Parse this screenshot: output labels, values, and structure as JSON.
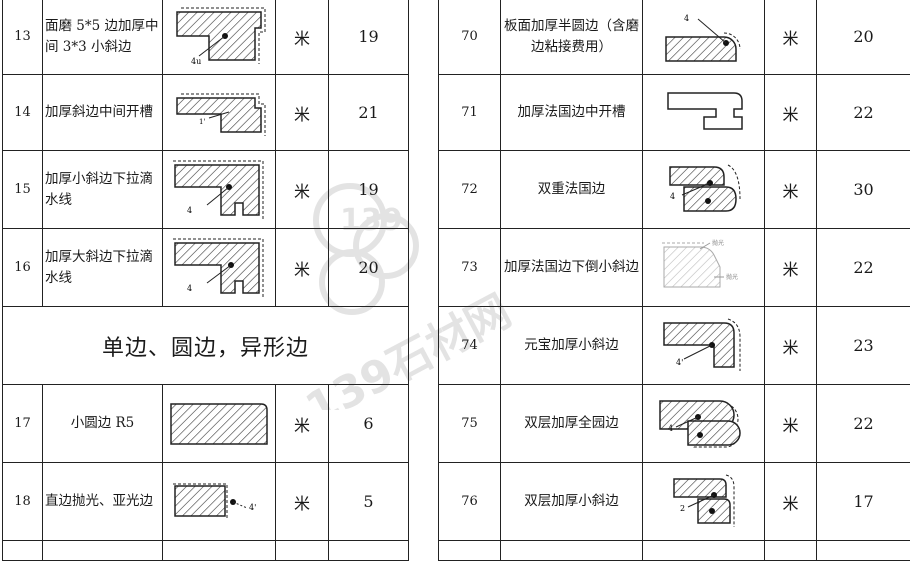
{
  "section_header": "单边、圆边，异形边",
  "left_rows": [
    {
      "no": "13",
      "name": "面磨 5*5 边加厚中间 3*3 小斜边",
      "unit": "米",
      "price": "19",
      "profile": "thick-center-groove"
    },
    {
      "no": "14",
      "name": "加厚斜边中间开槽",
      "unit": "米",
      "price": "21",
      "profile": "thin-slot"
    },
    {
      "no": "15",
      "name": "加厚小斜边下拉滴水线",
      "unit": "米",
      "price": "19",
      "profile": "drip-line"
    },
    {
      "no": "16",
      "name": "加厚大斜边下拉滴水线",
      "unit": "米",
      "price": "20",
      "profile": "drip-line-large"
    },
    {
      "no": "17",
      "name": "小圆边 R5",
      "unit": "米",
      "price": "6",
      "profile": "small-round"
    },
    {
      "no": "18",
      "name": "直边抛光、亚光边",
      "unit": "米",
      "price": "5",
      "profile": "straight-polish"
    }
  ],
  "right_rows": [
    {
      "no": "70",
      "name": "板面加厚半圆边（含磨边粘接费用）",
      "unit": "米",
      "price": "20",
      "profile": "half-round-top"
    },
    {
      "no": "71",
      "name": "加厚法国边中开槽",
      "unit": "米",
      "price": "22",
      "profile": "french-groove"
    },
    {
      "no": "72",
      "name": "双重法国边",
      "unit": "米",
      "price": "30",
      "profile": "double-french"
    },
    {
      "no": "73",
      "name": "加厚法国边下倒小斜边",
      "unit": "米",
      "price": "22",
      "profile": "french-chamfer"
    },
    {
      "no": "74",
      "name": "元宝加厚小斜边",
      "unit": "米",
      "price": "23",
      "profile": "yuanbao"
    },
    {
      "no": "75",
      "name": "双层加厚全园边",
      "unit": "米",
      "price": "22",
      "profile": "double-full-round"
    },
    {
      "no": "76",
      "name": "双层加厚小斜边",
      "unit": "米",
      "price": "17",
      "profile": "double-chamfer"
    }
  ],
  "watermark": {
    "line1": "139",
    "line2": "139石材网"
  }
}
